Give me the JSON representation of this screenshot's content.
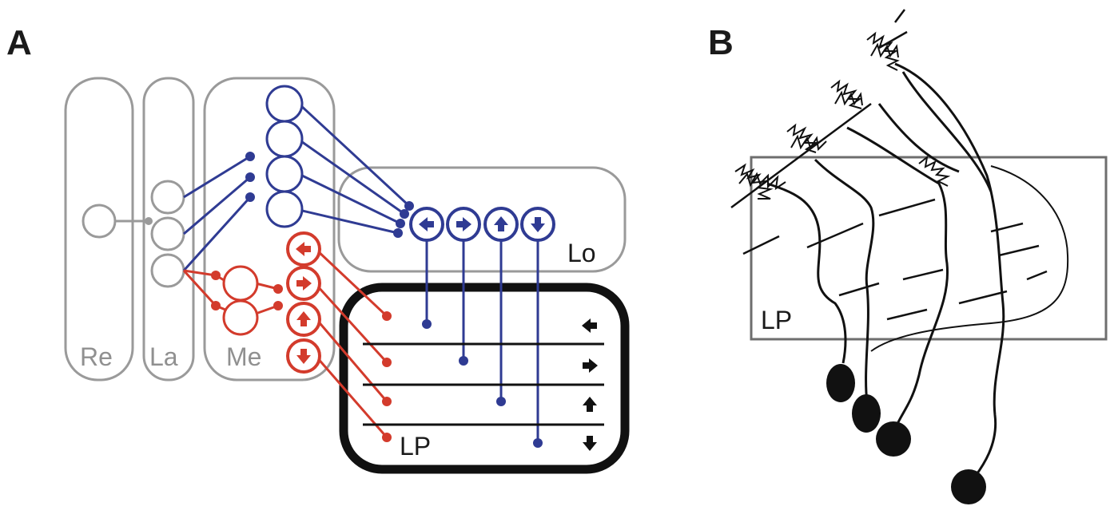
{
  "panels": {
    "a": {
      "letter": "A"
    },
    "b": {
      "letter": "B"
    }
  },
  "regions": {
    "retina": "Re",
    "lamina": "La",
    "medulla": "Me",
    "lobula": "Lo",
    "lobula_plate": "LP"
  },
  "panel_b": {
    "region_label": "LP"
  },
  "colors": {
    "gray": "#9a9a9a",
    "blue": "#2f3b93",
    "red": "#d33b2c",
    "black": "#111111"
  },
  "direction_arrows": [
    "left",
    "right",
    "up",
    "down"
  ]
}
